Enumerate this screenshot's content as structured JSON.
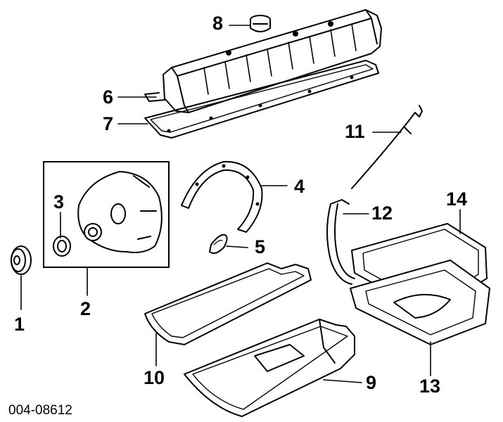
{
  "diagram": {
    "callouts": [
      {
        "id": "1",
        "label": "1"
      },
      {
        "id": "2",
        "label": "2"
      },
      {
        "id": "3",
        "label": "3"
      },
      {
        "id": "4",
        "label": "4"
      },
      {
        "id": "5",
        "label": "5"
      },
      {
        "id": "6",
        "label": "6"
      },
      {
        "id": "7",
        "label": "7"
      },
      {
        "id": "8",
        "label": "8"
      },
      {
        "id": "9",
        "label": "9"
      },
      {
        "id": "10",
        "label": "10"
      },
      {
        "id": "11",
        "label": "11"
      },
      {
        "id": "12",
        "label": "12"
      },
      {
        "id": "13",
        "label": "13"
      },
      {
        "id": "14",
        "label": "14"
      }
    ],
    "document_id": "004-08612"
  },
  "colors": {
    "ink": "#000000",
    "background": "#ffffff"
  }
}
